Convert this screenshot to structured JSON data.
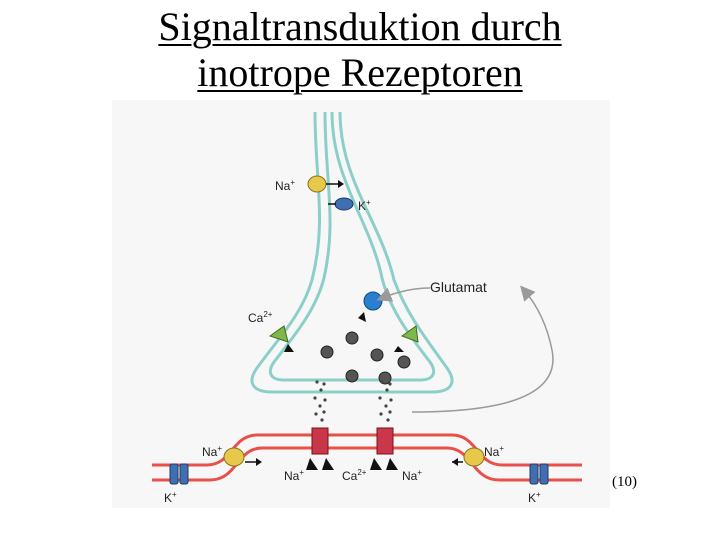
{
  "slide": {
    "title_line1": "Signaltransduktion durch",
    "title_line2": "inotrope Rezeptoren",
    "reference": "(10)"
  },
  "diagram": {
    "labels": {
      "na_top": "Na",
      "na_top_charge": "+",
      "k_top": "K",
      "k_top_charge": "+",
      "glutamat": "Glutamat",
      "ca_left": "Ca",
      "ca_left_charge": "2+",
      "na_post_left": "Na",
      "na_post_left_charge": "+",
      "na_post_right": "Na",
      "na_post_right_charge": "+",
      "k_bottom_left": "K",
      "k_bottom_left_charge": "+",
      "k_bottom_right": "K",
      "k_bottom_right_charge": "+",
      "na_in_left": "Na",
      "na_in_left_charge": "+",
      "ca_in": "Ca",
      "ca_in_charge": "2+",
      "na_in_right": "Na",
      "na_in_right_charge": "+"
    },
    "colors": {
      "presynaptic_membrane": "#8ccfc9",
      "postsynaptic_membrane": "#e8504a",
      "na_pump": "#e6c84a",
      "k_channel": "#3f6fb0",
      "ca_channel": "#7fb84a",
      "glutamate_transporter": "#2a7fd0",
      "receptor": "#c8384a"
    }
  }
}
